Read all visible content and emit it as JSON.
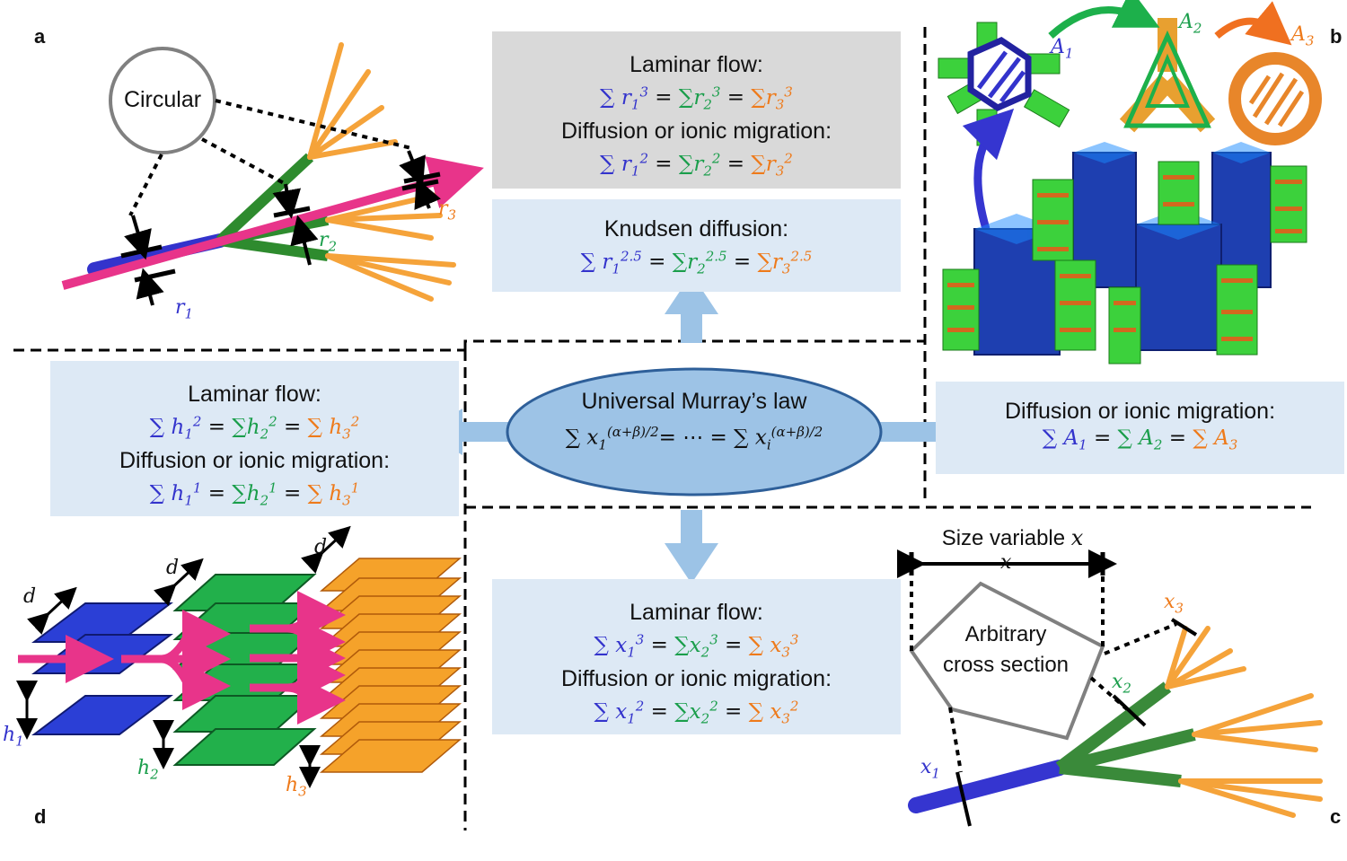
{
  "panels": {
    "a": "a",
    "b": "b",
    "c": "c",
    "d": "d"
  },
  "colors": {
    "blue": "#3333cc",
    "green": "#1a9e4b",
    "orange": "#ee7a1a",
    "pink": "#e8348a",
    "arrow_blue": "#9cc3e6",
    "ellipse": "#9dc3e6"
  },
  "top_box": {
    "laminar": "Laminar flow:",
    "laminar_eq": [
      "∑ r",
      "3",
      " = ∑ r",
      "3",
      " = ∑ r",
      "3"
    ],
    "diffusion": "Diffusion or ionic migration:",
    "diffusion_eq": [
      "2",
      "2",
      "2"
    ]
  },
  "knudsen_box": {
    "title": "Knudsen diffusion:",
    "exp": "2.5"
  },
  "center": {
    "title": "Universal Murray’s law",
    "dots": "= ⋯ =",
    "exp": "(α+β)/2"
  },
  "left_box": {
    "laminar": "Laminar flow:",
    "diffusion": "Diffusion or ionic migration:",
    "laminar_exp": "2",
    "diffusion_exp": "1"
  },
  "right_box": {
    "diffusion": "Diffusion or ionic migration:"
  },
  "bottom_box": {
    "laminar": "Laminar flow:",
    "diffusion": "Diffusion or ionic migration:",
    "laminar_exp": "3",
    "diffusion_exp": "2"
  },
  "panel_a": {
    "circular": "Circular",
    "r1": "r",
    "r2": "r",
    "r3": "r"
  },
  "panel_b": {
    "A1": "A",
    "A2": "A",
    "A3": "A"
  },
  "panel_c": {
    "size_variable": "Size variable",
    "x": "x",
    "arbitrary1": "Arbitrary",
    "arbitrary2": "cross section"
  },
  "panel_d": {
    "d": "d",
    "h": "h"
  },
  "subs": {
    "one": "1",
    "two": "2",
    "three": "3",
    "i": "i"
  }
}
